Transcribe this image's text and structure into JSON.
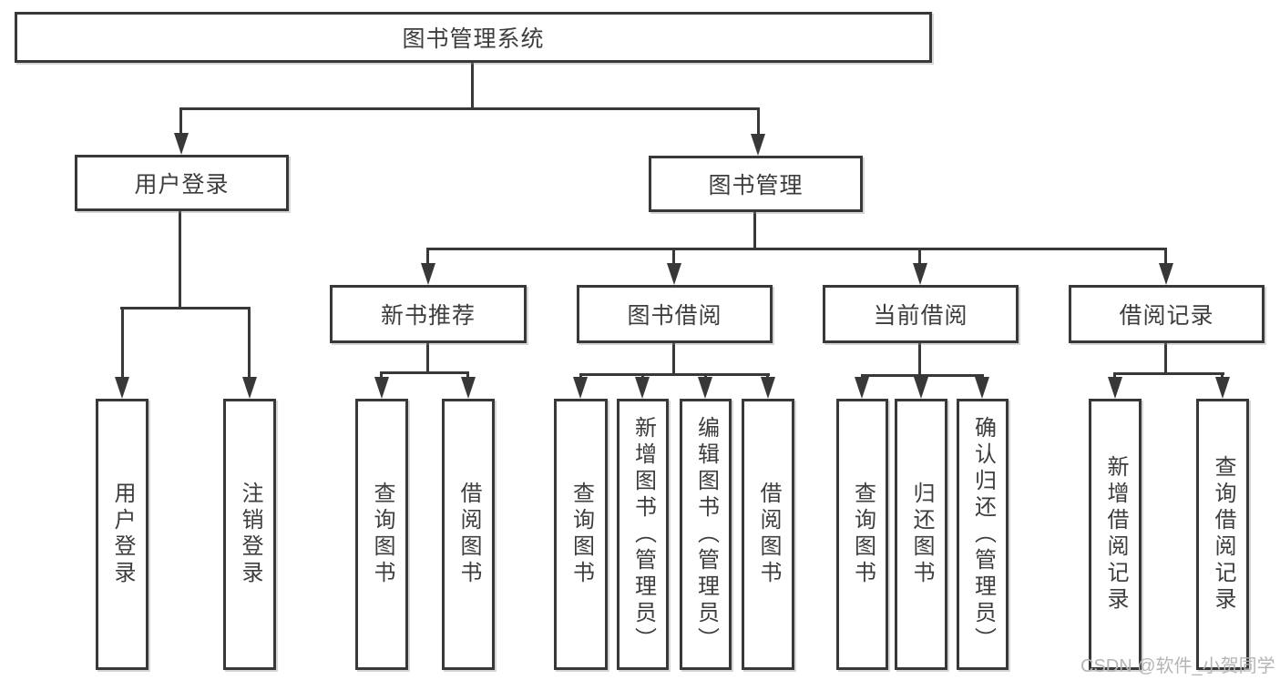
{
  "nodes": {
    "root": "图书管理系统",
    "user_login": "用户登录",
    "book_mgmt": "图书管理",
    "new_book": "新书推荐",
    "book_borrow": "图书借阅",
    "current_borrow": "当前借阅",
    "borrow_record": "借阅记录",
    "leaf_user_login": "用户登录",
    "leaf_logout": "注销登录",
    "leaf_nb_query": "查询图书",
    "leaf_nb_borrow": "借阅图书",
    "leaf_bb_query": "查询图书",
    "leaf_bb_add": "新增图书（管理员）",
    "leaf_bb_edit": "编辑图书（管理员）",
    "leaf_bb_borrow": "借阅图书",
    "leaf_cb_query": "查询图书",
    "leaf_cb_return": "归还图书",
    "leaf_cb_confirm": "确认归还（管理员）",
    "leaf_br_add": "新增借阅记录",
    "leaf_br_query": "查询借阅记录"
  },
  "hierarchy": {
    "root": [
      "user_login",
      "book_mgmt"
    ],
    "user_login": [
      "leaf_user_login",
      "leaf_logout"
    ],
    "book_mgmt": [
      "new_book",
      "book_borrow",
      "current_borrow",
      "borrow_record"
    ],
    "new_book": [
      "leaf_nb_query",
      "leaf_nb_borrow"
    ],
    "book_borrow": [
      "leaf_bb_query",
      "leaf_bb_add",
      "leaf_bb_edit",
      "leaf_bb_borrow"
    ],
    "current_borrow": [
      "leaf_cb_query",
      "leaf_cb_return",
      "leaf_cb_confirm"
    ],
    "borrow_record": [
      "leaf_br_add",
      "leaf_br_query"
    ]
  },
  "watermark": "CSDN @软件_小贺同学",
  "colors": {
    "line": "#383838",
    "text": "#3d3d3d",
    "background": "#ffffff",
    "watermark": "#b5b5b5"
  }
}
